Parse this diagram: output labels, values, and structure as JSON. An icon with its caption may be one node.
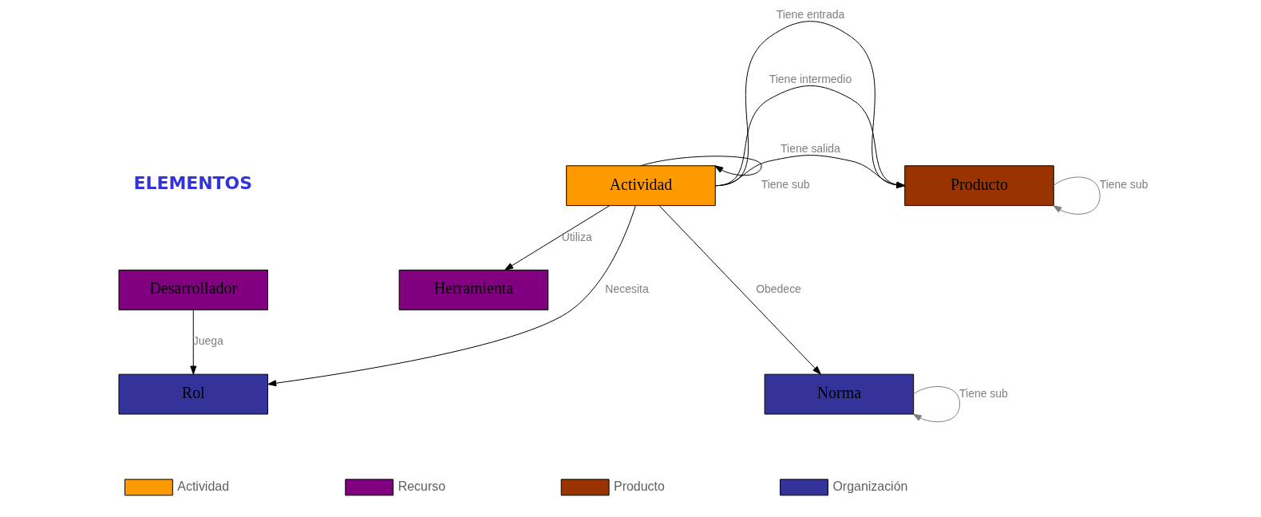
{
  "diagram": {
    "nodes": [
      {
        "text": [
          "Actividad"
        ]
      },
      {
        "text": [
          "Producto"
        ]
      },
      {
        "text": [
          "Desarrollador"
        ]
      },
      {
        "text": [
          "Herramienta"
        ]
      },
      {
        "text": [
          "Rol"
        ]
      },
      {
        "text": [
          "Norma"
        ]
      }
    ],
    "edges": [
      {
        "from": 0,
        "to": 0,
        "arrow": "to",
        "label": "Tiene sub"
      },
      {
        "from": 1,
        "to": 1,
        "arrow": "to",
        "label": "Tiene sub",
        "color": "#808080"
      },
      {
        "from": 0,
        "to": 1,
        "arrow": "to",
        "label": "Tiene entrada"
      },
      {
        "from": 0,
        "to": 1,
        "arrow": "to",
        "label": "Tiene intermedio"
      },
      {
        "from": 0,
        "to": 1,
        "arrow": "to",
        "label": "Tiene salida"
      },
      {
        "from": 0,
        "to": 3,
        "arrow": "to",
        "label": "Utiliza"
      },
      {
        "from": 0,
        "to": 4,
        "arrow": "to",
        "label": "Necesita"
      },
      {
        "from": 2,
        "to": 4,
        "arrow": "to",
        "label": "Juega"
      },
      {
        "from": 0,
        "to": 5,
        "arrow": "to",
        "label": "Obedece"
      },
      {
        "from": 5,
        "to": 5,
        "arrow": "to",
        "label": "Tiene sub",
        "color": "#808080"
      }
    ],
    "labels": [
      "ELEMENTOS"
    ],
    "legend": [
      {
        "text": "Actividad",
        "color": "#ff9900"
      },
      {
        "text": "Recurso",
        "color": "#800080"
      },
      {
        "text": "Producto",
        "color": "#993300"
      },
      {
        "text": "Organización",
        "color": "#333399"
      }
    ]
  }
}
